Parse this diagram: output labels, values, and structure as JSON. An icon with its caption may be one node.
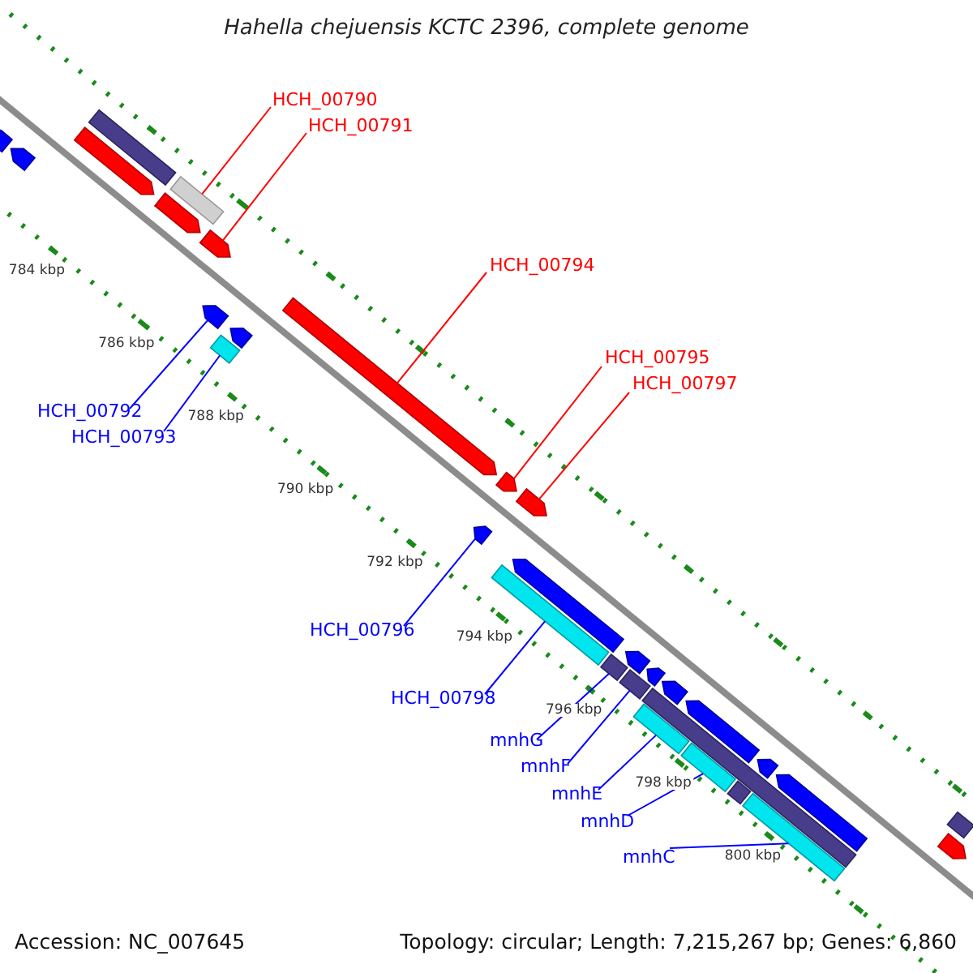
{
  "diagram": {
    "title": "Hahella chejuensis KCTC 2396, complete genome",
    "nodes": [
      {
        "text": [
          "HCH_00790"
        ]
      },
      {
        "text": [
          "HCH_00791"
        ]
      },
      {
        "text": [
          "HCH_00794"
        ]
      },
      {
        "text": [
          "HCH_00795"
        ]
      },
      {
        "text": [
          "HCH_00797"
        ]
      },
      {
        "text": [
          "HCH_00792"
        ]
      },
      {
        "text": [
          "HCH_00793"
        ]
      },
      {
        "text": [
          "HCH_00796"
        ]
      },
      {
        "text": [
          "HCH_00798"
        ]
      },
      {
        "text": [
          "mnhG"
        ]
      },
      {
        "text": [
          "mnhF"
        ]
      },
      {
        "text": [
          "mnhE"
        ]
      },
      {
        "text": [
          "mnhD"
        ]
      },
      {
        "text": [
          "mnhC"
        ]
      },
      {
        "text": [],
        "shape": "arrow"
      },
      {
        "text": [],
        "shape": "arrow"
      },
      {
        "text": [],
        "shape": "bar"
      },
      {
        "text": [],
        "shape": "arrow"
      },
      {
        "text": [],
        "shape": "arrow"
      },
      {
        "text": [],
        "shape": "bar"
      },
      {
        "text": [],
        "shape": "arrow"
      },
      {
        "text": [],
        "shape": "arrow"
      },
      {
        "text": [],
        "shape": "bar"
      },
      {
        "text": [],
        "shape": "arrow"
      },
      {
        "text": [],
        "shape": "arrow"
      },
      {
        "text": [],
        "shape": "arrow"
      },
      {
        "text": [],
        "shape": "arrow"
      },
      {
        "text": [],
        "shape": "arrow"
      },
      {
        "text": [],
        "shape": "bar"
      },
      {
        "text": [],
        "shape": "arrow"
      },
      {
        "text": [],
        "shape": "bar"
      },
      {
        "text": [],
        "shape": "arrow"
      },
      {
        "text": [],
        "shape": "bar"
      },
      {
        "text": [],
        "shape": "arrow"
      },
      {
        "text": [],
        "shape": "bar"
      },
      {
        "text": [],
        "shape": "arrow"
      },
      {
        "text": [],
        "shape": "bar"
      },
      {
        "text": [],
        "shape": "arrow"
      },
      {
        "text": [],
        "shape": "bar"
      },
      {
        "text": [],
        "shape": "bar"
      },
      {
        "text": [],
        "shape": "arrow"
      },
      {
        "text": [],
        "shape": "bar"
      },
      {
        "text": [],
        "shape": "arrow"
      },
      {
        "text": [],
        "shape": "bar"
      },
      {
        "text": [],
        "shape": "arrow"
      }
    ],
    "edges": [
      {
        "from": 0,
        "to": 19,
        "arrow": "none",
        "color": "#ff0000"
      },
      {
        "from": 1,
        "to": 20,
        "arrow": "none",
        "color": "#ff0000"
      },
      {
        "from": 2,
        "to": 24,
        "arrow": "none",
        "color": "#ff0000"
      },
      {
        "from": 3,
        "to": 25,
        "arrow": "none",
        "color": "#ff0000"
      },
      {
        "from": 4,
        "to": 27,
        "arrow": "none",
        "color": "#ff0000"
      },
      {
        "from": 5,
        "to": 21,
        "arrow": "none"
      },
      {
        "from": 6,
        "to": 22,
        "arrow": "none"
      },
      {
        "from": 7,
        "to": 26,
        "arrow": "none"
      },
      {
        "from": 8,
        "to": 28,
        "arrow": "none"
      },
      {
        "from": 9,
        "to": 30,
        "arrow": "none"
      },
      {
        "from": 10,
        "to": 32,
        "arrow": "none"
      },
      {
        "from": 11,
        "to": 36,
        "arrow": "none"
      },
      {
        "from": 12,
        "to": 38,
        "arrow": "none"
      },
      {
        "from": 13,
        "to": 41,
        "arrow": "none"
      }
    ],
    "labels": [
      "784 kbp",
      "786 kbp",
      "788 kbp",
      "790 kbp",
      "792 kbp",
      "794 kbp",
      "796 kbp",
      "798 kbp",
      "800 kbp",
      "Accession: NC_007645",
      "Topology: circular; Length: 7,215,267 bp; Genes: 6,860"
    ]
  }
}
